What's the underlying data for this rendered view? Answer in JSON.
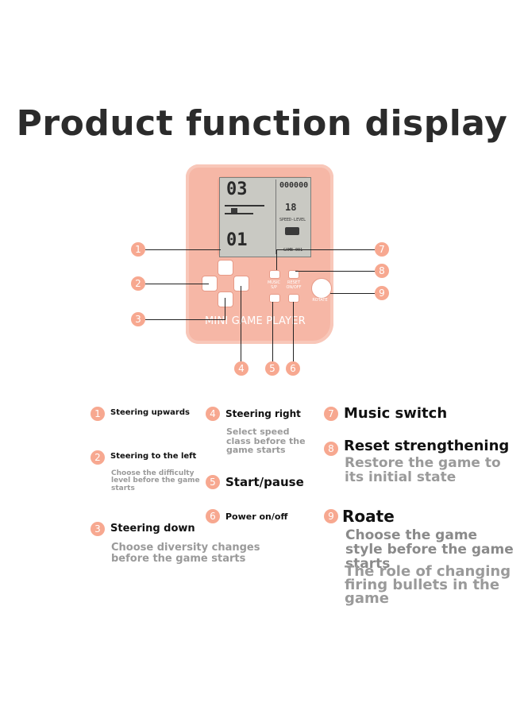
{
  "title": "Product function display",
  "device": {
    "brand": "MINI GAME PLAYER",
    "screen": {
      "big_top": "03",
      "big_bottom": "01",
      "score": "000000",
      "mid_value": "18",
      "speed_level_label": "SPEED-LEVEL",
      "game_label": "GAME 001"
    },
    "button_labels": {
      "music": "MUSIC\nS/P",
      "reset": "RESET\nON/OFF",
      "rotate": "ROTATE"
    }
  },
  "callouts": [
    "1",
    "2",
    "3",
    "4",
    "5",
    "6",
    "7",
    "8",
    "9"
  ],
  "functions": [
    {
      "num": "1",
      "label": "Steering upwards",
      "desc": ""
    },
    {
      "num": "2",
      "label": "Steering to the left",
      "desc": "Choose the difficulty level before the game starts"
    },
    {
      "num": "3",
      "label": "Steering down",
      "desc": "Choose diversity changes before the game starts"
    },
    {
      "num": "4",
      "label": "Steering right",
      "desc": "Select speed class before the game starts"
    },
    {
      "num": "5",
      "label": "Start/pause",
      "desc": ""
    },
    {
      "num": "6",
      "label": "Power on/off",
      "desc": ""
    },
    {
      "num": "7",
      "label": "Music switch",
      "desc": ""
    },
    {
      "num": "8",
      "label": "Reset strengthening",
      "desc": "Restore the game to its initial state"
    },
    {
      "num": "9",
      "label": "Roate",
      "desc": "Choose the game style before the game starts",
      "desc2": "The role of changing firing bullets in the game"
    }
  ],
  "colors": {
    "accent": "#f7a890",
    "device": "#f6b7a6",
    "subtext": "#9a9a9a"
  }
}
